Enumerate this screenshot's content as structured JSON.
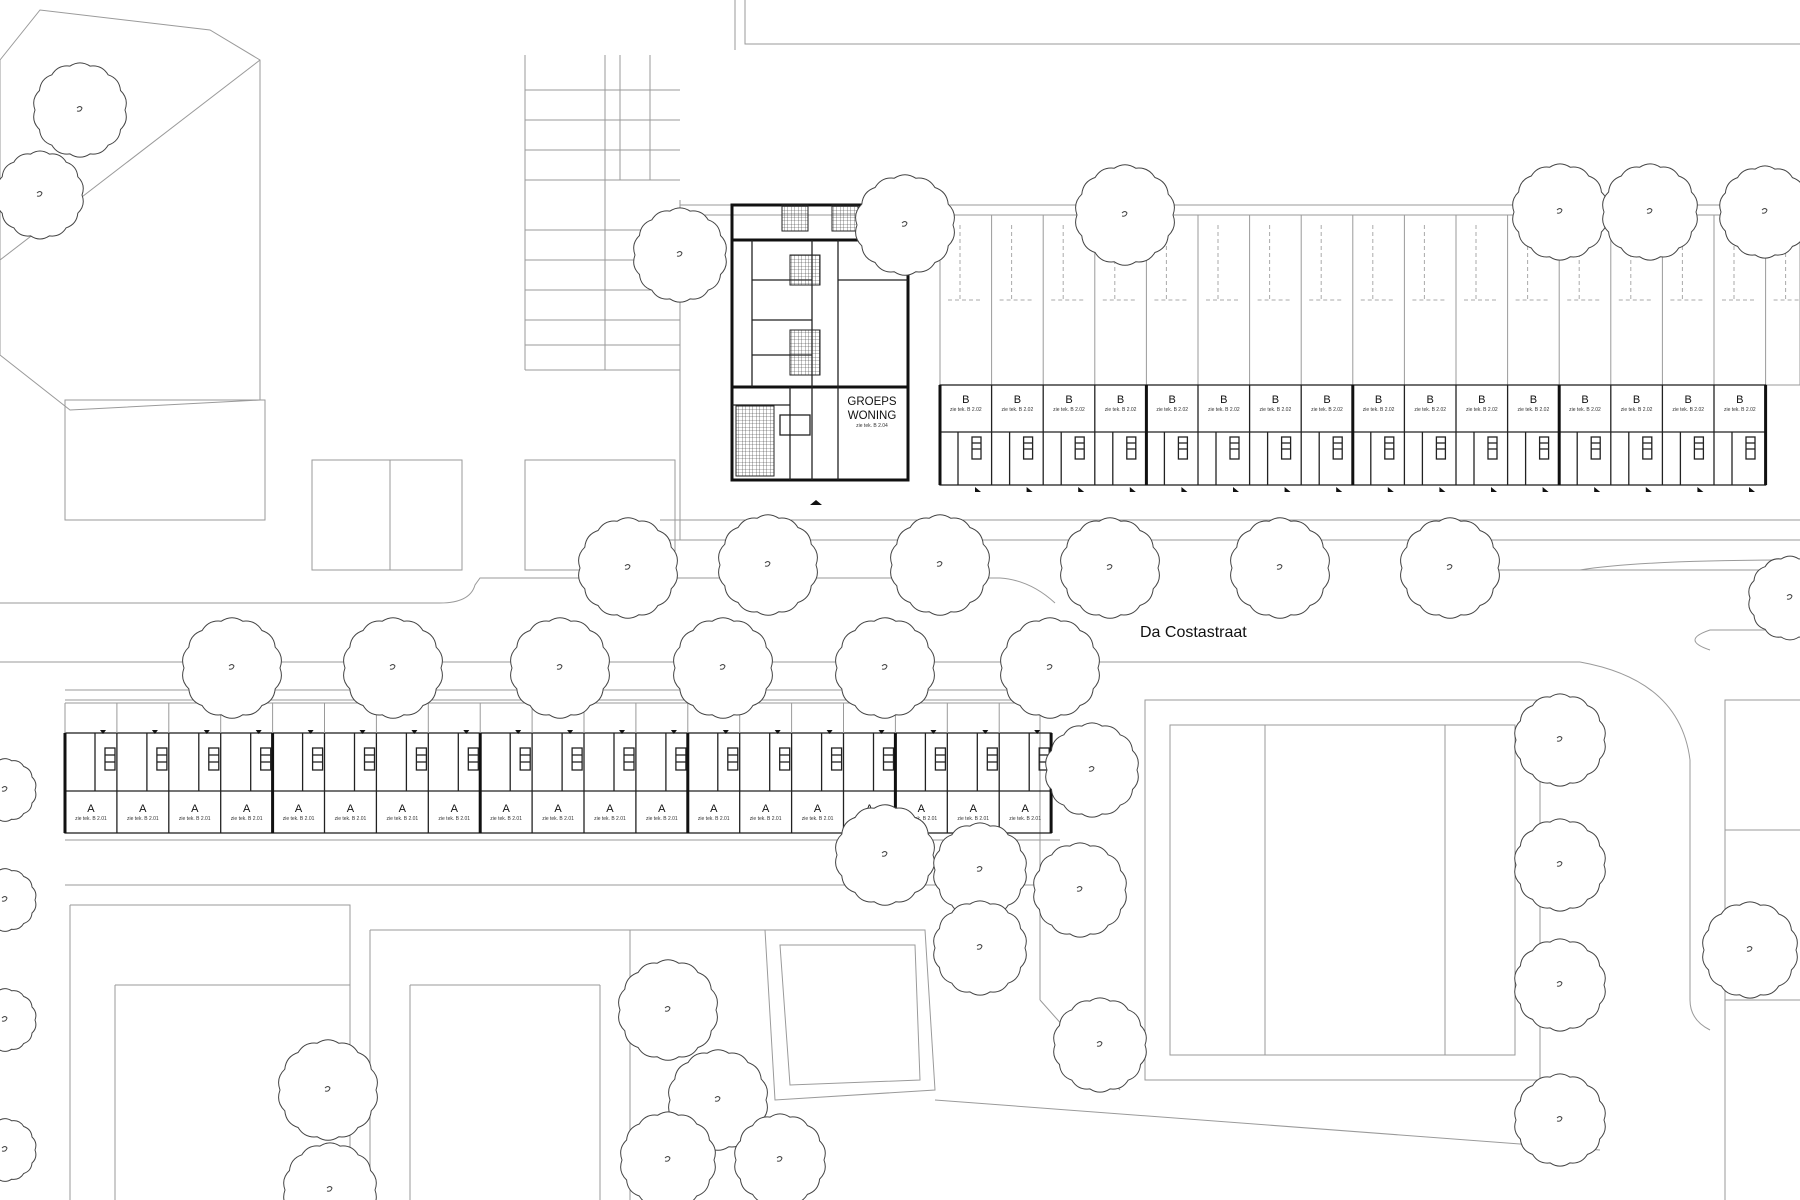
{
  "street": {
    "name": "Da Costastraat"
  },
  "group_home": {
    "line1": "GROEPS",
    "line2": "WONING",
    "ref": "zie tek. B 2.04"
  },
  "units_b": {
    "letter": "B",
    "ref": "zie tek. B 2.02",
    "count": 16
  },
  "units_a": {
    "letter": "A",
    "ref": "zie tek. B 2.01",
    "count": 19
  },
  "colors": {
    "line": "#9a9a9a",
    "wall": "#111111",
    "tree": "#444444",
    "background": "#ffffff"
  }
}
